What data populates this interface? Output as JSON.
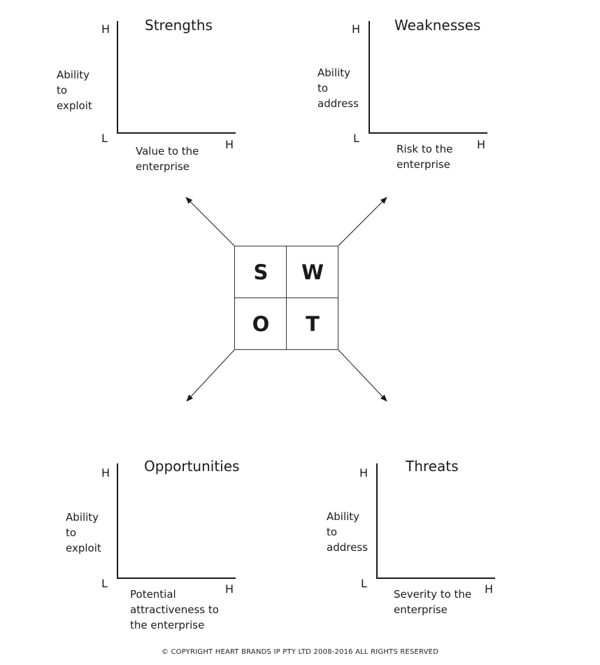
{
  "high_mark": "H",
  "low_mark": "L",
  "strengths": {
    "title": "Strengths",
    "y_label": [
      "Ability",
      "to",
      "exploit"
    ],
    "x_label": [
      "Value to the",
      "enterprise"
    ]
  },
  "weaknesses": {
    "title": "Weaknesses",
    "y_label": [
      "Ability",
      "to",
      "address"
    ],
    "x_label": [
      "Risk to the",
      "enterprise"
    ]
  },
  "opportunities": {
    "title": "Opportunities",
    "y_label": [
      "Ability",
      "to",
      "exploit"
    ],
    "x_label": [
      "Potential",
      "attractiveness to",
      "the enterprise"
    ]
  },
  "threats": {
    "title": "Threats",
    "y_label": [
      "Ability",
      "to",
      "address"
    ],
    "x_label": [
      "Severity to the",
      "enterprise"
    ]
  },
  "swot": {
    "s": "S",
    "w": "W",
    "o": "O",
    "t": "T"
  },
  "copyright": "© COPYRIGHT HEART BRANDS IP PTY LTD 2008-2016 ALL RIGHTS RESERVED"
}
